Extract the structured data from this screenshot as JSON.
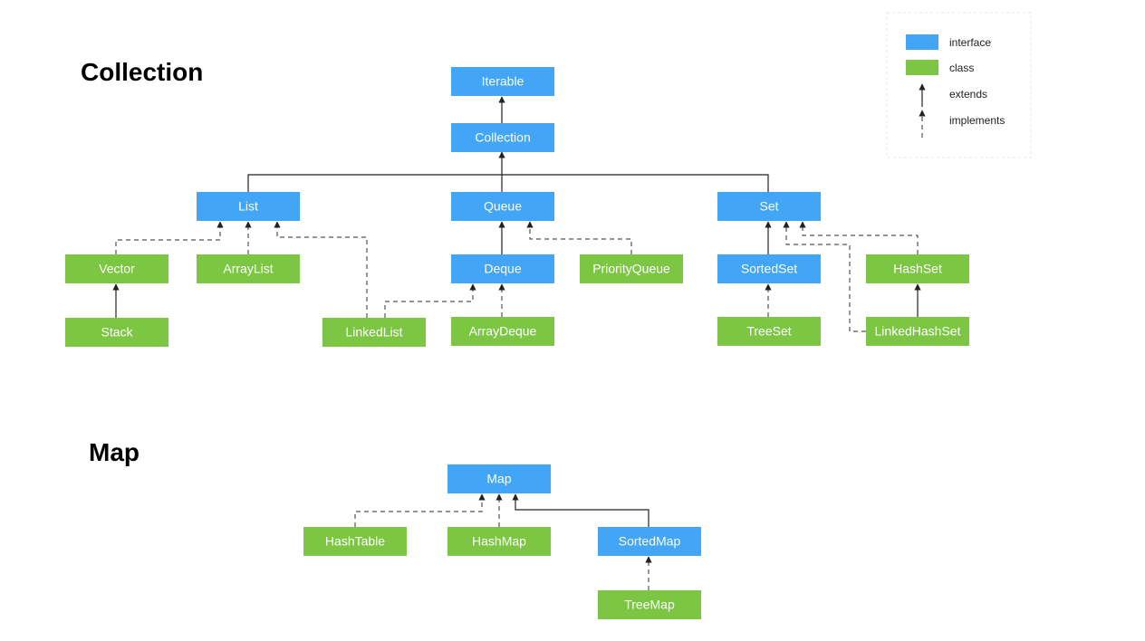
{
  "titles": {
    "collection": "Collection",
    "map": "Map"
  },
  "colors": {
    "interface": "#42A5F5",
    "class": "#7CC644"
  },
  "legend": {
    "interface_label": "interface",
    "class_label": "class",
    "extends_label": "extends",
    "implements_label": "implements"
  },
  "nodes": {
    "iterable": "Iterable",
    "collection": "Collection",
    "list": "List",
    "queue": "Queue",
    "set": "Set",
    "vector": "Vector",
    "arraylist": "ArrayList",
    "deque": "Deque",
    "priorityqueue": "PriorityQueue",
    "sortedset": "SortedSet",
    "hashset": "HashSet",
    "stack": "Stack",
    "linkedlist": "LinkedList",
    "arraydeque": "ArrayDeque",
    "treeset": "TreeSet",
    "linkedhashset": "LinkedHashSet",
    "map": "Map",
    "hashtable": "HashTable",
    "hashmap": "HashMap",
    "sortedmap": "SortedMap",
    "treemap": "TreeMap"
  },
  "node_types": {
    "iterable": "interface",
    "collection": "interface",
    "list": "interface",
    "queue": "interface",
    "set": "interface",
    "deque": "interface",
    "sortedset": "interface",
    "map": "interface",
    "sortedmap": "interface",
    "vector": "class",
    "arraylist": "class",
    "priorityqueue": "class",
    "hashset": "class",
    "stack": "class",
    "linkedlist": "class",
    "arraydeque": "class",
    "treeset": "class",
    "linkedhashset": "class",
    "hashtable": "class",
    "hashmap": "class",
    "treemap": "class"
  }
}
